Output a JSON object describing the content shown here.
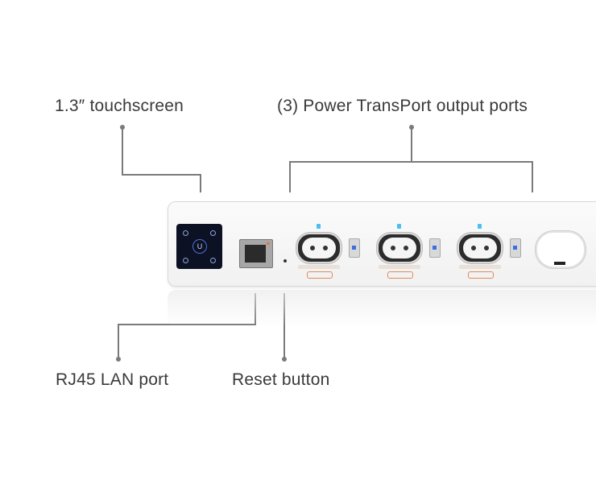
{
  "callouts": {
    "touchscreen": "1.3″ touchscreen",
    "outputs": "(3) Power TransPort output ports",
    "rj45": "RJ45 LAN port",
    "reset": "Reset button"
  },
  "colors": {
    "leader": "#7a7a7a",
    "indicator": "#49c0ef",
    "screen": "#0c1224"
  }
}
